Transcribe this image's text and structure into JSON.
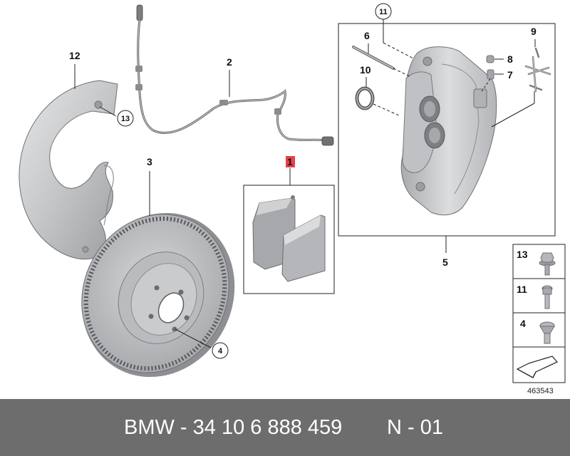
{
  "diagram": {
    "part_labels": {
      "p1": "1",
      "p2": "2",
      "p3": "3",
      "p4": "4",
      "p5": "5",
      "p6": "6",
      "p7": "7",
      "p8": "8",
      "p9": "9",
      "p10": "10",
      "p11": "11",
      "p12": "12",
      "p13": "13"
    },
    "legend": [
      {
        "number": "13",
        "part": "bolt-washer"
      },
      {
        "number": "11",
        "part": "bolt"
      },
      {
        "number": "4",
        "part": "countersunk-screw"
      }
    ],
    "image_number": "463543",
    "highlight_color": "#e8404a",
    "line_color": "#222222",
    "part_fill": "#c9cbcd"
  },
  "footer": {
    "part_number_text": "BMW - 34 10 6 888 459",
    "code_text": "N - 01",
    "background_color": "#6d6d6d"
  }
}
